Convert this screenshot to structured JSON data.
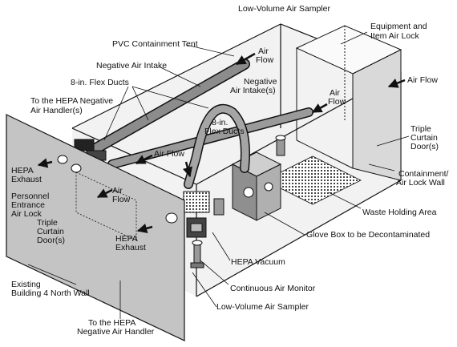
{
  "labels": {
    "low_volume_air_sampler_top": "Low-Volume Air Sampler",
    "equipment_airlock_1": "Equipment and",
    "equipment_airlock_2": "Item Air Lock",
    "pvc_tent": "PVC Containment Tent",
    "air_flow_top_1": "Air",
    "air_flow_top_2": "Flow",
    "negative_air_intake": "Negative Air Intake",
    "air_flow_right": "Air Flow",
    "flex_ducts_8in": "8-in. Flex Ducts",
    "neg_intakes_1": "Negative",
    "neg_intakes_2": "Air Intake(s)",
    "air_flow_mid_1": "Air",
    "air_flow_mid_2": "Flow",
    "to_hepa_handlers_1": "To the HEPA Negative",
    "to_hepa_handlers_2": "Air Handler(s)",
    "flex_ducts_center_1": "8-in.",
    "flex_ducts_center_2": "Flex Ducts",
    "triple_curtain_right_1": "Triple",
    "triple_curtain_right_2": "Curtain",
    "triple_curtain_right_3": "Door(s)",
    "air_flow_center": "Air Flow",
    "hepa_exhaust_left_1": "HEPA",
    "hepa_exhaust_left_2": "Exhaust",
    "containment_wall_1": "Containment/",
    "containment_wall_2": "Air Lock Wall",
    "personnel_airlock_1": "Personnel",
    "personnel_airlock_2": "Entrance",
    "personnel_airlock_3": "Air Lock",
    "air_flow_left_1": "Air",
    "air_flow_left_2": "Flow",
    "triple_curtain_left_1": "Triple",
    "triple_curtain_left_2": "Curtain",
    "triple_curtain_left_3": "Door(s)",
    "waste_holding_area": "Waste Holding Area",
    "glove_box": "Glove Box to be Decontaminated",
    "hepa_exhaust_front_1": "HEPA",
    "hepa_exhaust_front_2": "Exhaust",
    "hepa_vacuum": "HEPA Vacuum",
    "existing_wall_1": "Existing",
    "existing_wall_2": "Building 4 North Wall",
    "continuous_air_monitor": "Continuous Air Monitor",
    "low_volume_air_sampler_bottom": "Low-Volume Air Sampler",
    "to_hepa_handler_1": "To the HEPA",
    "to_hepa_handler_2": "Negative Air Handler"
  },
  "colors": {
    "line": "#111111",
    "wall_fill": "#bdbdbd",
    "floor_fill": "#e8e8e8",
    "equipment_fill": "#9a9a9a",
    "duct_fill": "#8c8c8c"
  }
}
